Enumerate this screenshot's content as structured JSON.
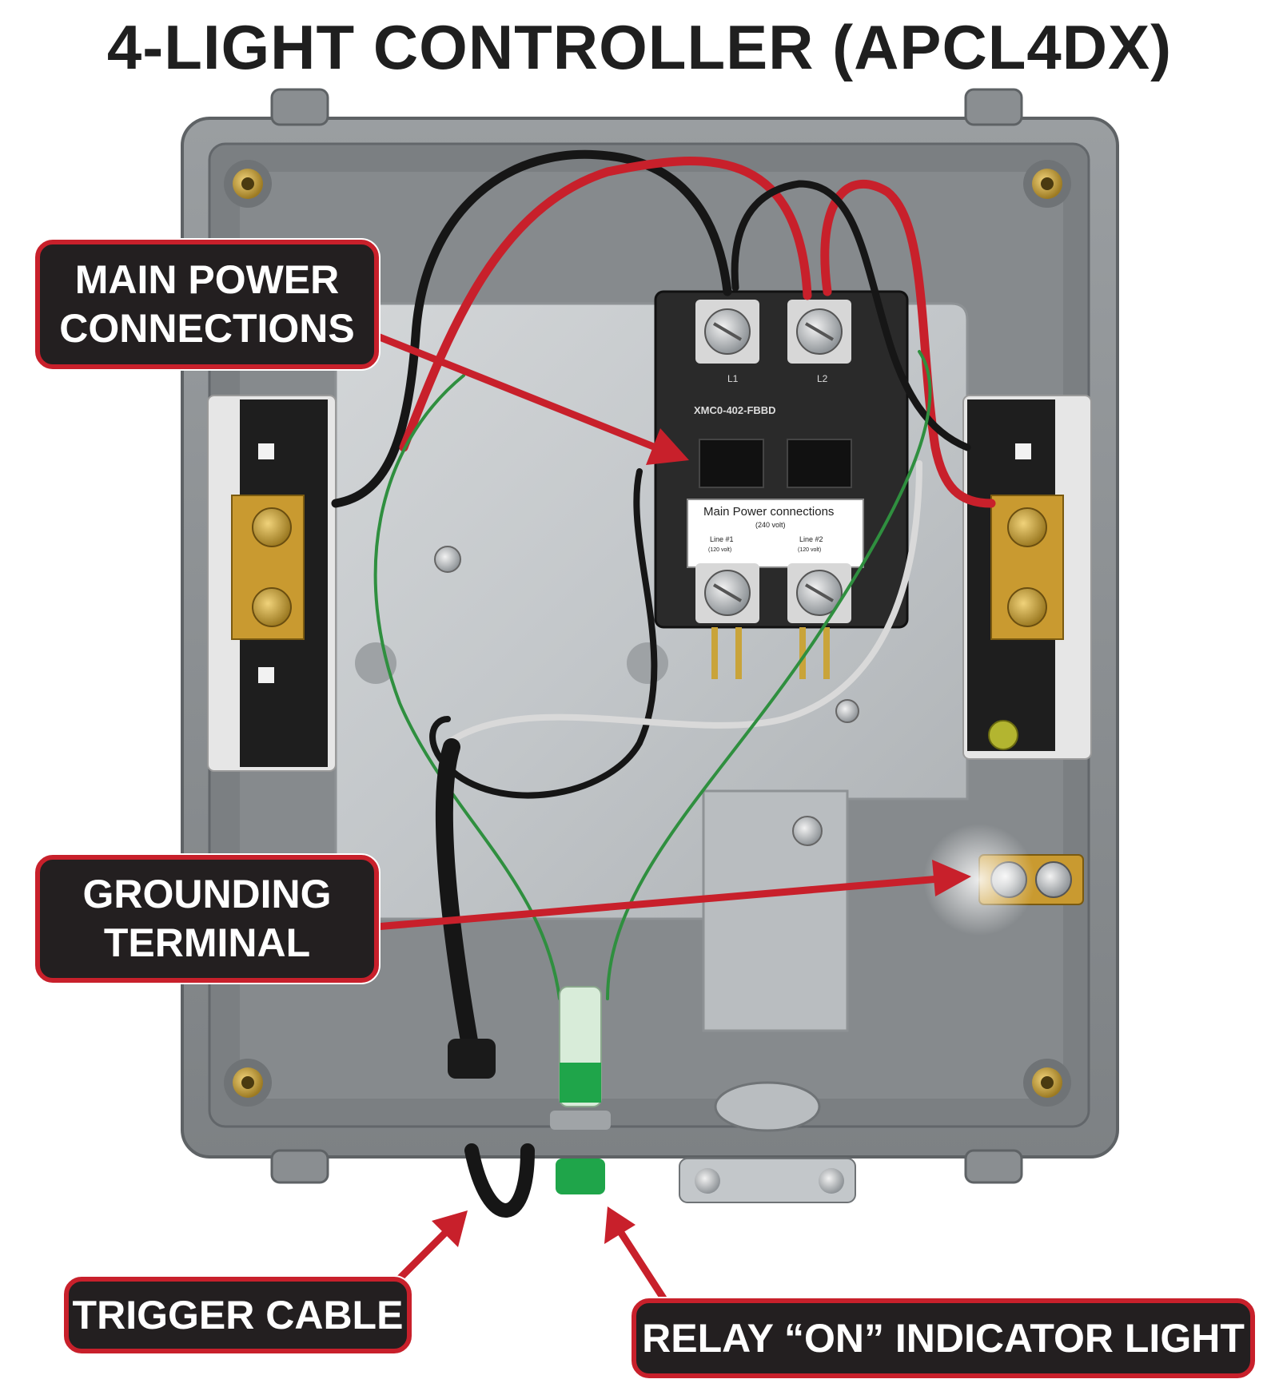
{
  "title": "4-LIGHT CONTROLLER (APCL4DX)",
  "callouts": {
    "main_power": {
      "line1": "MAIN POWER",
      "line2": "CONNECTIONS"
    },
    "grounding": {
      "line1": "GROUNDING",
      "line2": "TERMINAL"
    },
    "trigger": "TRIGGER CABLE",
    "relay": "RELAY “ON” INDICATOR LIGHT"
  },
  "contactor_label": {
    "heading": "Main Power connections",
    "sub": "(240 volt)",
    "line1": "Line #1",
    "line1_v": "(120 volt)",
    "line2": "Line #2",
    "line2_v": "(120 volt)"
  },
  "contactor_text": {
    "t1": "L1",
    "t2": "L2",
    "model": "XMC0-402-FBBD"
  },
  "colors": {
    "accent_red": "#c8202b",
    "callout_bg": "#231f20",
    "enclosure_gray": "#8c9093",
    "indicator_green": "#1fa54a"
  }
}
